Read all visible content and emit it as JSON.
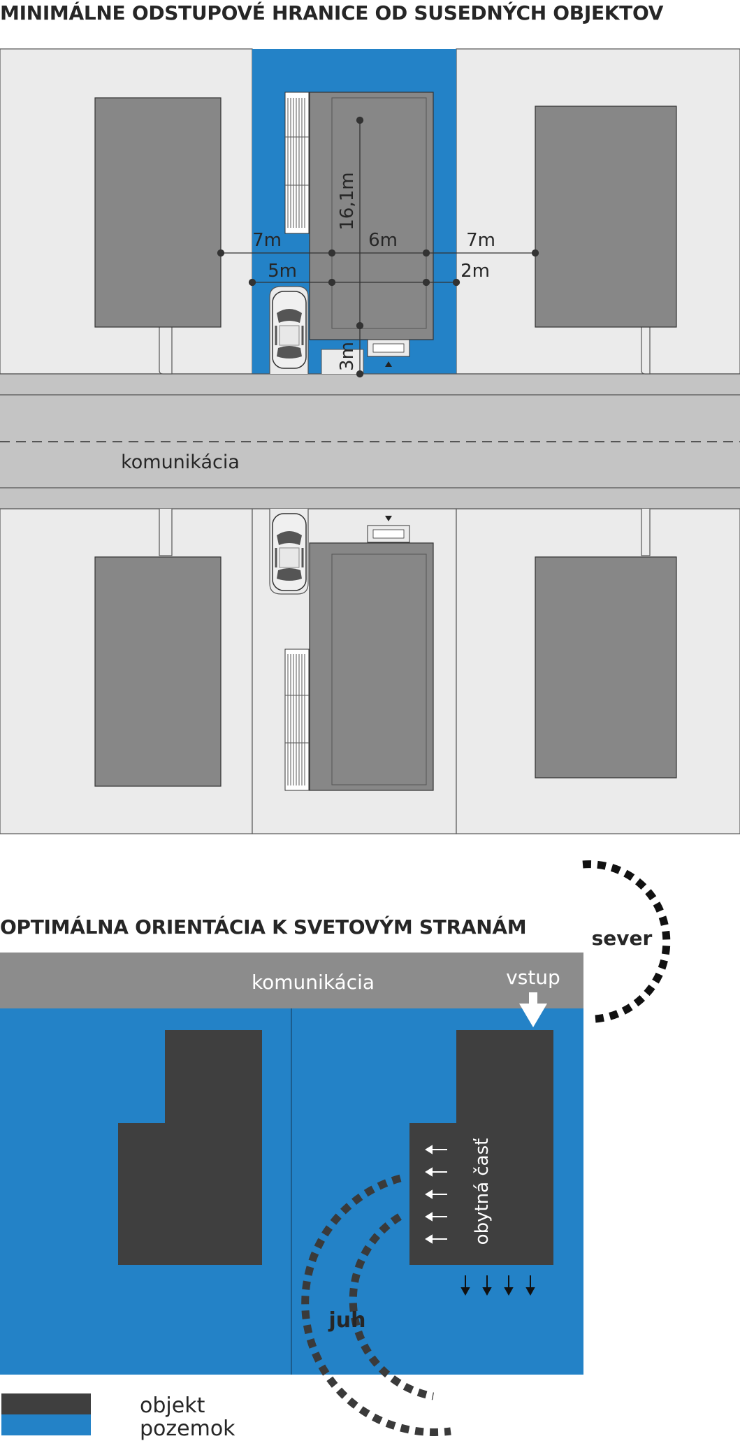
{
  "headings": {
    "distances": "MINIMÁLNE ODSTUPOVÉ HRANICE OD SUSEDNÝCH OBJEKTOV",
    "orientation": "OPTIMÁLNA ORIENTÁCIA K SVETOVÝM STRANÁM"
  },
  "site_plan": {
    "road_label": "komunikácia",
    "dimensions": {
      "length": "16,1m",
      "left_neighbor": "7m",
      "right_neighbor": "7m",
      "width": "6m",
      "left_boundary": "5m",
      "right_boundary": "2m",
      "front": "3m"
    }
  },
  "orientation_plan": {
    "road_label": "komunikácia",
    "entrance_label": "vstup",
    "north_label": "sever",
    "south_label": "juh",
    "living_area_label": "obytná časť"
  },
  "legend": {
    "items": [
      {
        "label": "objekt",
        "color": "#3f3f3f"
      },
      {
        "label": "pozemok",
        "color": "#2382c7"
      }
    ]
  },
  "colors": {
    "plot_blue": "#2382c7",
    "building_dark": "#3f3f3f",
    "building_grey": "#878787",
    "neighbor_plot": "#ebebeb",
    "road": "#c4c4c4",
    "road_top": "#8c8c8c",
    "text_dark": "#262626"
  }
}
